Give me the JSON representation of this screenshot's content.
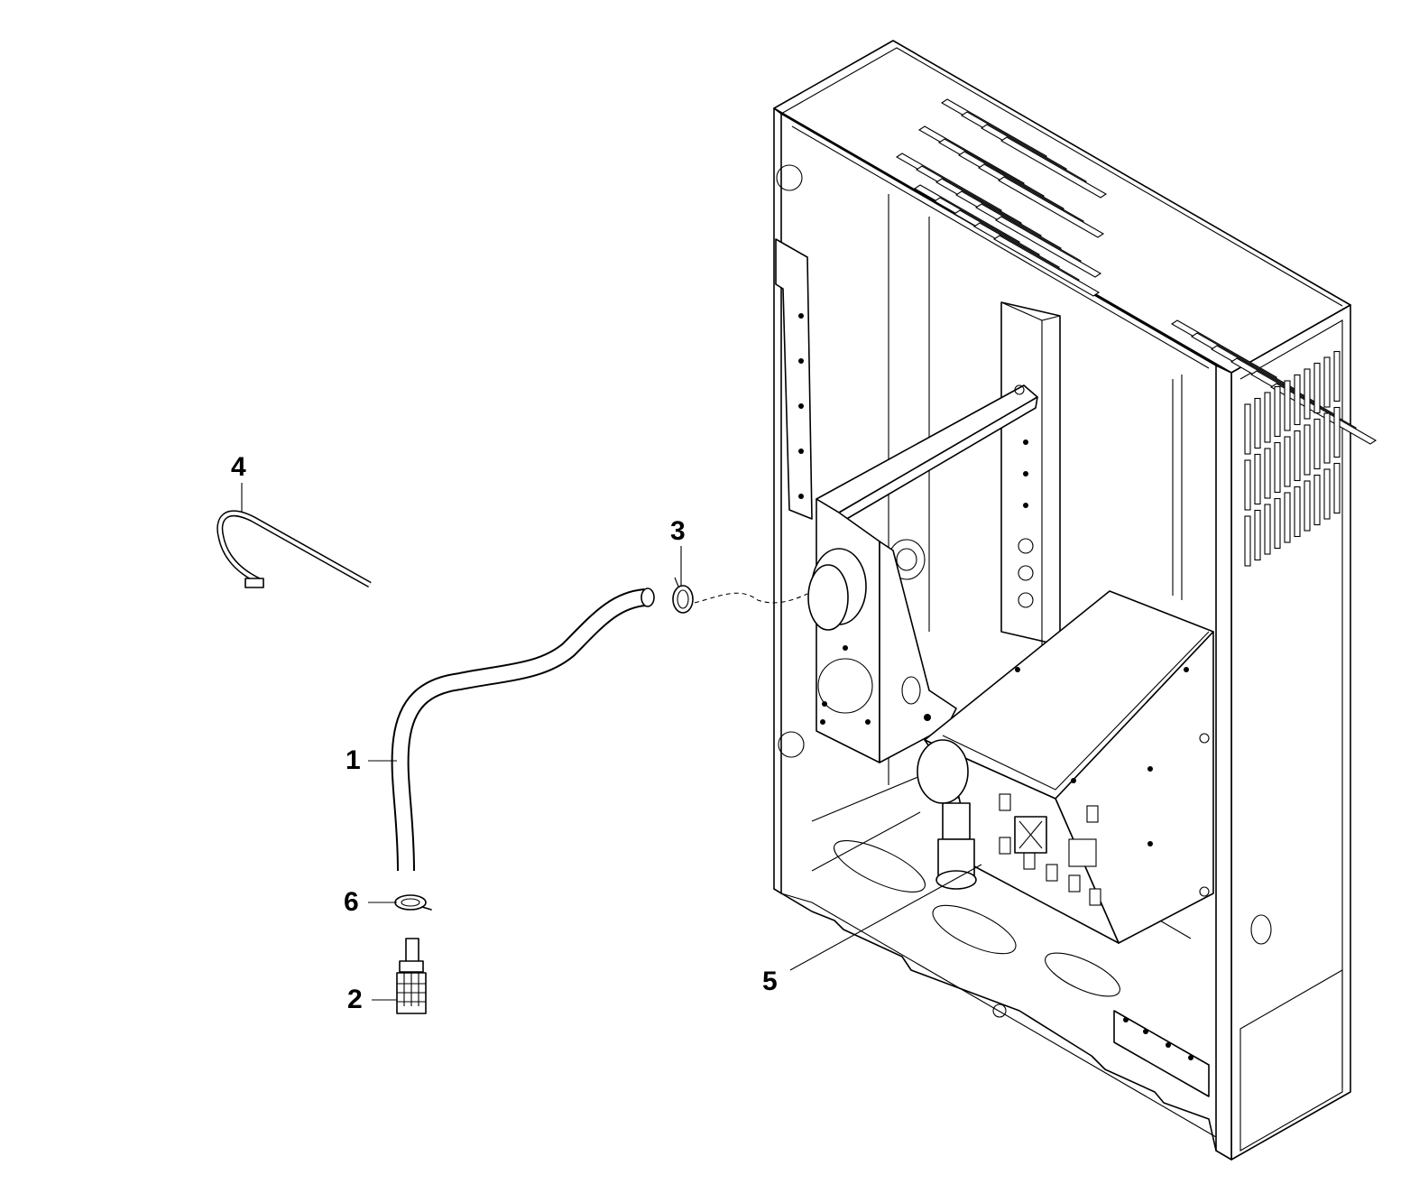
{
  "diagram": {
    "callouts": [
      {
        "id": "1",
        "label": "1"
      },
      {
        "id": "2",
        "label": "2"
      },
      {
        "id": "3",
        "label": "3"
      },
      {
        "id": "4",
        "label": "4"
      },
      {
        "id": "5",
        "label": "5"
      },
      {
        "id": "6",
        "label": "6"
      }
    ],
    "parts": [
      {
        "callout": "1",
        "icon": "hose-icon"
      },
      {
        "callout": "2",
        "icon": "filter-icon"
      },
      {
        "callout": "3",
        "icon": "hose-clamp-icon"
      },
      {
        "callout": "4",
        "icon": "cable-tie-icon"
      },
      {
        "callout": "5",
        "icon": "pump-outlet-icon"
      },
      {
        "callout": "6",
        "icon": "hose-clamp-icon"
      }
    ]
  }
}
